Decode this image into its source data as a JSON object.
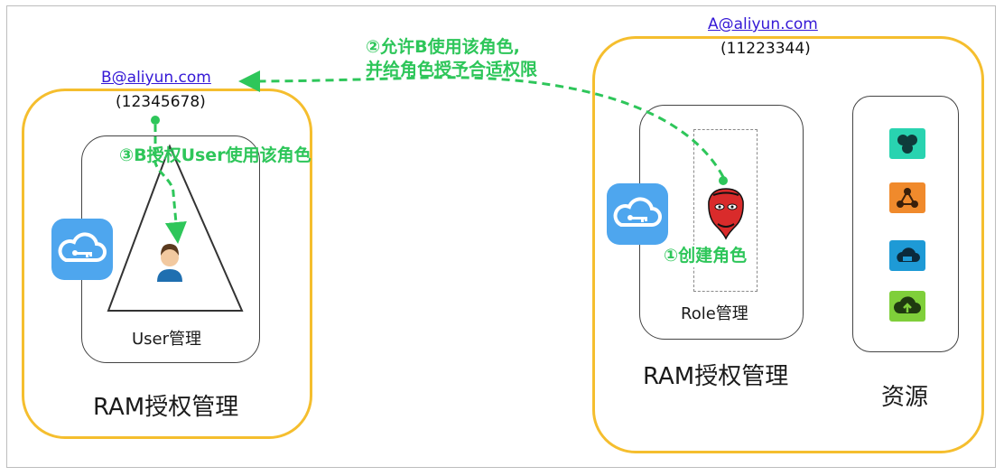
{
  "colors": {
    "account_border": "#f5be2e",
    "step_green": "#2ec65a",
    "email_link": "#3418d6",
    "cloud_tile": "#4ea6ee"
  },
  "account_b": {
    "email": "B@aliyun.com",
    "id": "(12345678)",
    "ram_label": "RAM授权管理",
    "user_mgmt_label": "User管理"
  },
  "account_a": {
    "email": "A@aliyun.com",
    "id": "(11223344)",
    "ram_label": "RAM授权管理",
    "role_mgmt_label": "Role管理",
    "resources_label": "资源"
  },
  "steps": {
    "step1": "①创建角色",
    "step2_line1": "②允许B使用该角色,",
    "step2_line2": "并给角色授予合适权限",
    "step3": "③B授权User使用该角色"
  },
  "icons": {
    "ram_cloud_b": "cloud-key-icon",
    "ram_cloud_a": "cloud-key-icon",
    "user": "user-avatar-icon",
    "role": "opera-mask-icon",
    "resources": [
      "service-cluster-icon",
      "network-nodes-icon",
      "cloud-storage-icon",
      "cloud-upload-icon"
    ]
  }
}
